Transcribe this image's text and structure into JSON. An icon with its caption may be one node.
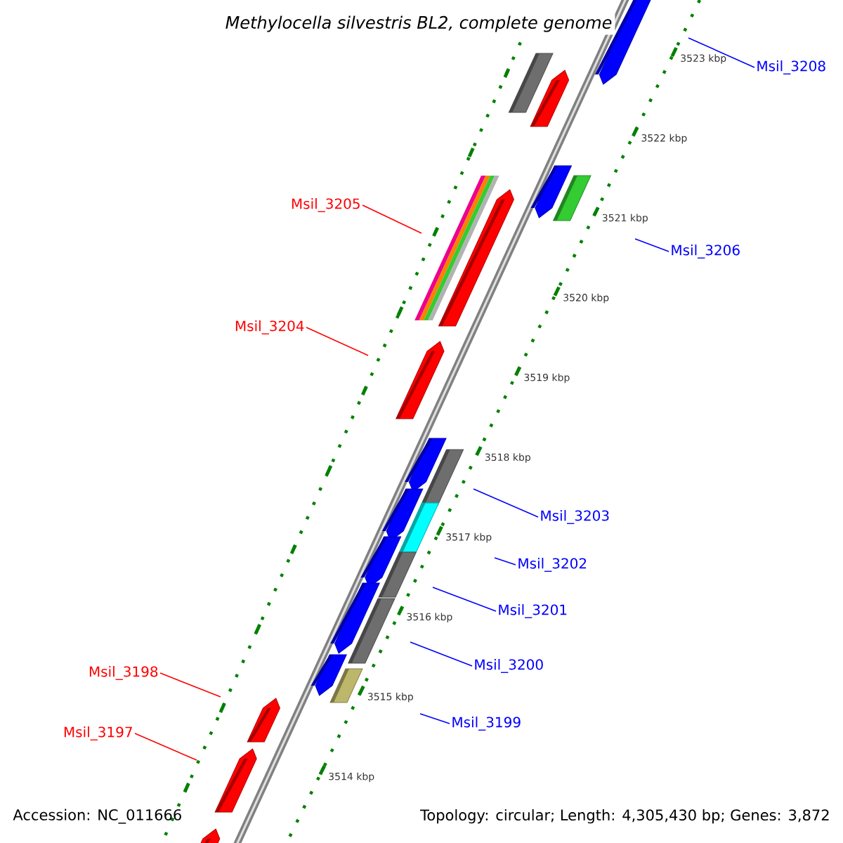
{
  "diagram": {
    "title": "*Methylocella silvestris BL2, complete genome*",
    "nodes": [
      {
        "text": [
          "Msil_3208"
        ]
      },
      {
        "text": [
          "Msil_3205"
        ]
      },
      {
        "text": [
          "Msil_3206"
        ]
      },
      {
        "text": [
          "Msil_3204"
        ]
      },
      {
        "text": [
          "Msil_3203"
        ]
      },
      {
        "text": [
          "Msil_3202"
        ]
      },
      {
        "text": [
          "Msil_3201"
        ]
      },
      {
        "text": [
          "Msil_3200"
        ]
      },
      {
        "text": [
          "Msil_3198"
        ]
      },
      {
        "text": [
          "Msil_3199"
        ]
      },
      {
        "text": [
          "Msil_3197"
        ]
      }
    ],
    "edges": [
      {
        "from": 0,
        "to": null,
        "arrow": "none"
      },
      {
        "from": 1,
        "to": null,
        "arrow": "none",
        "color": "#ff0000"
      },
      {
        "from": 2,
        "to": null,
        "arrow": "none"
      },
      {
        "from": 3,
        "to": null,
        "arrow": "none",
        "color": "#ff0000"
      },
      {
        "from": 4,
        "to": null,
        "arrow": "none"
      },
      {
        "from": 5,
        "to": null,
        "arrow": "none"
      },
      {
        "from": 6,
        "to": null,
        "arrow": "none"
      },
      {
        "from": 7,
        "to": null,
        "arrow": "none"
      },
      {
        "from": 8,
        "to": null,
        "arrow": "none",
        "color": "#ff0000"
      },
      {
        "from": 9,
        "to": null,
        "arrow": "none"
      },
      {
        "from": 10,
        "to": null,
        "arrow": "none",
        "color": "#ff0000"
      }
    ],
    "labels": [
      "3523 kbp",
      "3522 kbp",
      "3521 kbp",
      "3520 kbp",
      "3519 kbp",
      "3518 kbp",
      "3517 kbp",
      "3516 kbp",
      "3515 kbp",
      "3514 kbp",
      "Accession: NC_011666",
      "Topology: circular; Length: 4,305,430 bp; Genes: 3,872"
    ]
  }
}
